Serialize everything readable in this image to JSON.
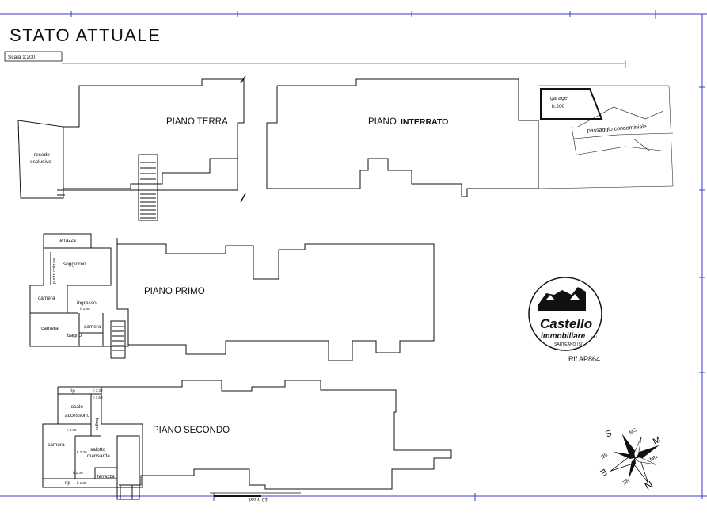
{
  "header": {
    "title": "STATO ATTUALE",
    "scale": "Scala 1:200"
  },
  "floors": {
    "terra": {
      "title": "PIANO TERRA",
      "resede_line1": "resede",
      "resede_line2": "esclusivo"
    },
    "interrato": {
      "title_part1": "PIANO",
      "title_part2": "INTERRATO",
      "garage": "garage",
      "garage_area": "h.200",
      "note": "passaggio condominiale"
    },
    "primo": {
      "title": "PIANO PRIMO",
      "rooms": {
        "terrazza": "terrazza",
        "soggiorno": "soggiorno",
        "punto_cottura": "punto cottura",
        "camera_1": "camera",
        "ingresso": "ingresso",
        "camera_2": "camera",
        "camera_3": "camera",
        "bagno": "bagno"
      },
      "heights": {
        "ingresso": "h 2.90"
      }
    },
    "secondo": {
      "title": "PIANO SECONDO",
      "rooms": {
        "rip_top": "rip",
        "locale": "locale",
        "accessorio": "accessorio",
        "bagno": "bagno",
        "camera": "camera",
        "salotto": "salotto",
        "mansarda": "mansarda",
        "rip_bottom": "rip",
        "terrazza": "terrazza"
      },
      "heights": {
        "h1": "h 1.30",
        "h2": "h 1.60",
        "h3": "h 2.30",
        "h4": "h 2.30",
        "h5": "h 2.30",
        "h6": "h 1.30"
      }
    }
  },
  "logo": {
    "name": "Castello",
    "line2": "immobiliare",
    "suffix": "s.r.l.",
    "city": "SARTEANO (SI)",
    "ref": "Rif AP864"
  },
  "compass": {
    "labels": [
      "S",
      "MS",
      "M",
      "MN",
      "N",
      "NE",
      "E",
      "SE"
    ]
  },
  "scale_bar": {
    "label": "10 metri"
  },
  "colors": {
    "ink": "#111111",
    "frame": "#3a3ad0"
  }
}
